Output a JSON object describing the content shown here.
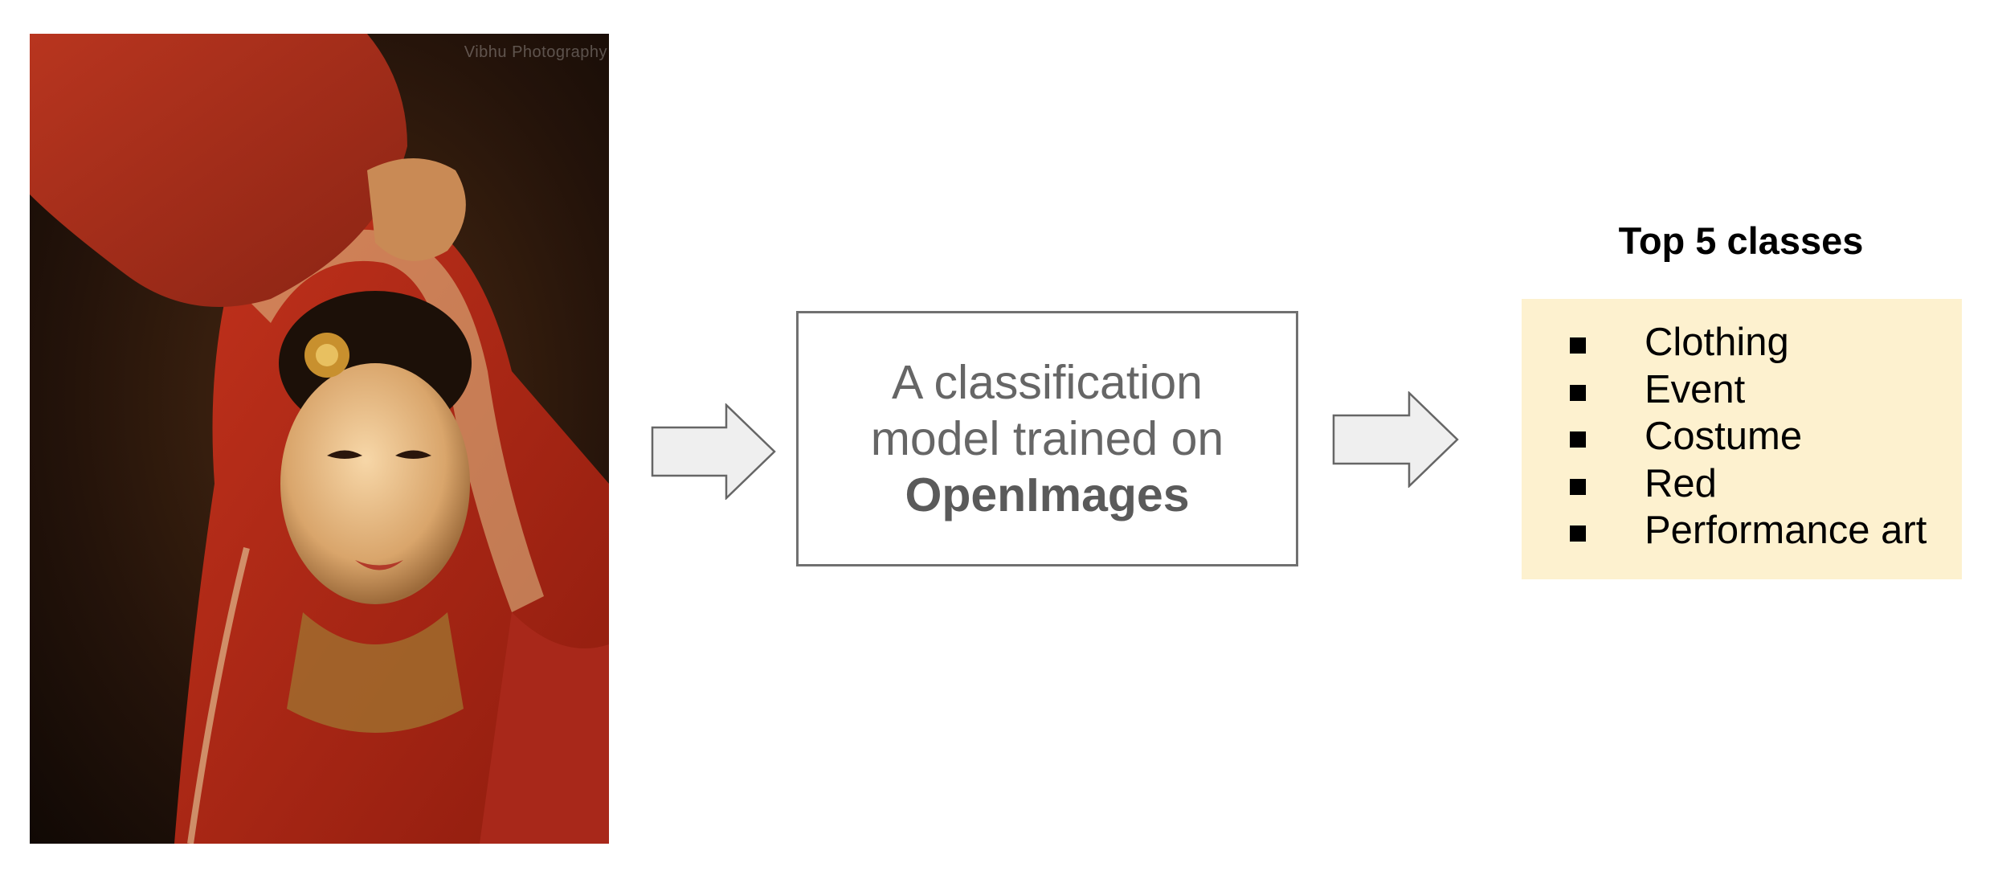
{
  "photo": {
    "watermark": "Vibhu Photography"
  },
  "model_box": {
    "line1": "A classification",
    "line2": "model trained on",
    "line3": "OpenImages"
  },
  "results": {
    "title": "Top 5 classes",
    "classes": [
      "Clothing",
      "Event",
      "Costume",
      "Red",
      "Performance art"
    ]
  },
  "colors": {
    "arrow_fill": "#efefef",
    "arrow_stroke": "#666666",
    "box_border": "#707070",
    "box_text": "#666666",
    "classes_background": "#fdf1cf"
  }
}
